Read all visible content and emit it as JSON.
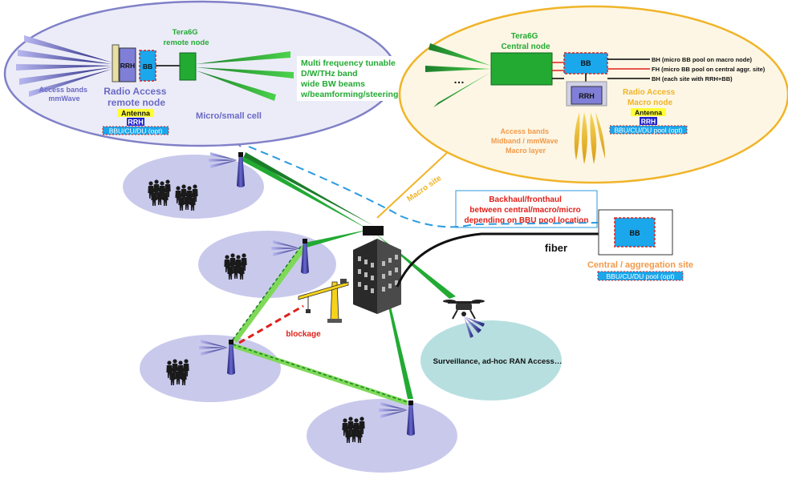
{
  "colors": {
    "green": "#22aa33",
    "purple": "#6a6ac6",
    "orange": "#f0b429",
    "orange_text": "#f29a4a",
    "red": "#e0201a",
    "blue_dash": "#2a9be0",
    "bb_fill": "#1aa7ec",
    "rrh_fill": "#7f7fd8",
    "cell_fill": "#c9c9ec",
    "teal_fill": "#b7dfe0"
  },
  "left_bubble": {
    "tera_remote": [
      "Tera6G",
      "remote node"
    ],
    "access_bands": [
      "Access bands",
      "mmWave"
    ],
    "rrh": "RRH",
    "bb": "BB",
    "radio_access": [
      "Radio Access",
      "remote node"
    ],
    "antenna": "Antenna",
    "rrh_tag": "RRH",
    "bbu_tag": "BBU/CU/DU (opt)",
    "micro_cell": "Micro/small cell"
  },
  "multi_freq": [
    "Multi frequency tunable",
    "D/W/THz band",
    "wide BW beams",
    "w/beamforming/steering"
  ],
  "right_bubble": {
    "tera_central": [
      "Tera6G",
      "Central node"
    ],
    "ellipsis": "…",
    "bb": "BB",
    "rrh": "RRH",
    "bh1": "BH (micro BB pool on macro node)",
    "fh": "FH (micro BB pool on central aggr. site)",
    "bh2": "BH (each site with RRH+BB)",
    "radio_access": [
      "Radio Access",
      "Macro node"
    ],
    "antenna": "Antenna",
    "rrh_tag": "RRH",
    "bbu_tag": "BBU/CU/DU pool (opt)",
    "access_bands": [
      "Access bands",
      "Midband / mmWave",
      "Macro layer"
    ]
  },
  "macro_site": "Macro site",
  "backhaul": [
    "Backhaul/fronthaul",
    "between central/macro/micro",
    "depending on BBU pool location"
  ],
  "fiber": "fiber",
  "central": {
    "bb": "BB",
    "label": "Central / aggregation site",
    "bbu_tag": "BBU/CU/DU pool (opt)"
  },
  "blockage": "blockage",
  "surveillance": "Surveillance, ad-hoc RAN Access…"
}
